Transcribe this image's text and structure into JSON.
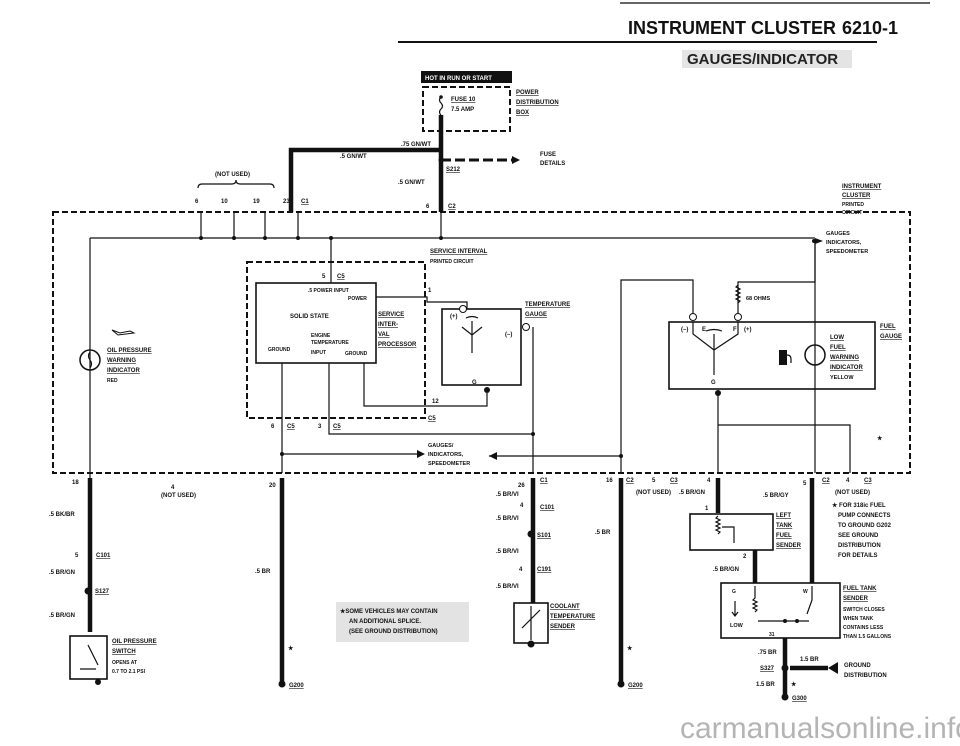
{
  "header": {
    "section_title": "INSTRUMENT CLUSTER",
    "section_number": "6210-1",
    "subtitle": "GAUGES/INDICATOR"
  },
  "power": {
    "hot_label": "HOT IN RUN OR START",
    "fuse_name": "FUSE 10",
    "fuse_rating": "7.5 AMP",
    "pdb_line1": "POWER",
    "pdb_line2": "DISTRIBUTION",
    "pdb_line3": "BOX",
    "wire_main": ".75 GN/WT",
    "wire_left": ".5 GN/WT",
    "wire_down": ".5 GN/WT",
    "splice": "S212",
    "fuse_details_1": "FUSE",
    "fuse_details_2": "DETAILS"
  },
  "top_connectors": {
    "not_used": "(NOT USED)",
    "pins": [
      "6",
      "10",
      "19",
      "23"
    ],
    "c1": "C1",
    "c2_pin": "6",
    "c2": "C2"
  },
  "cluster": {
    "title_1": "INSTRUMENT",
    "title_2": "CLUSTER",
    "sub_1": "PRINTED",
    "sub_2": "CIRCUIT",
    "gauges_1": "GAUGES",
    "gauges_2": "INDICATORS,",
    "gauges_3": "SPEEDOMETER"
  },
  "oil_indicator": {
    "line1": "OIL PRESSURE",
    "line2": "WARNING",
    "line3": "INDICATOR",
    "color": "RED"
  },
  "service_interval": {
    "title": "SERVICE INTERVAL",
    "sub": "PRINTED CIRCUIT",
    "pin_top": "5",
    "conn": "C5",
    "power_input": ".5 POWER INPUT",
    "power": "POWER",
    "solid_state": "SOLID STATE",
    "engine": "ENGINE",
    "temperature": "TEMPERATURE",
    "input": "INPUT",
    "ground_left": "GROUND",
    "ground_right": "GROUND",
    "proc_1": "SERVICE",
    "proc_2": "INTER-",
    "proc_3": "VAL",
    "proc_4": "PROCESSOR",
    "pin_1": "1",
    "pin_12": "12",
    "pin_6": "6",
    "pin_3": "3"
  },
  "temp_gauge": {
    "line1": "TEMPERATURE",
    "line2": "GAUGE",
    "plus": "(+)",
    "minus": "(–)",
    "g": "G"
  },
  "fuel_gauge": {
    "line1": "FUEL",
    "line2": "GAUGE",
    "resistor": "68 OHMS",
    "minus": "(–)",
    "e": "E",
    "f": "F",
    "plus": "(+)",
    "g": "G"
  },
  "low_fuel": {
    "line1": "LOW",
    "line2": "FUEL",
    "line3": "WARNING",
    "line4": "INDICATOR",
    "color": "YELLOW"
  },
  "gauges_mid": {
    "line1": "GAUGES/",
    "line2": "INDICATORS,",
    "line3": "SPEEDOMETER"
  },
  "bottom_pins": {
    "p18": "18",
    "p4": "4",
    "p4_note": "(NOT USED)",
    "p20": "20",
    "p26": "26",
    "c1": "C1",
    "p16": "16",
    "c2": "C2",
    "p5": "5",
    "c3": "C3",
    "c3_note": "(NOT USED)",
    "p4b": "4",
    "p5b": "5",
    "c2b": "C2",
    "p4c": "4",
    "c3b": "C3",
    "c3b_note": "(NOT USED)"
  },
  "oil_circuit": {
    "wire1": ".5 BK/BR",
    "pin": "5",
    "conn": "C101",
    "wire2": ".5 BR/GN",
    "splice": "S127",
    "wire3": ".5 BR/GN",
    "switch_1": "OIL PRESSURE",
    "switch_2": "SWITCH",
    "note_1": "OPENS AT",
    "note_2": "0.7 TO 2.1 PSI"
  },
  "ground_20": {
    "wire": ".5 BR",
    "star": "★",
    "ground": "G200"
  },
  "note_box": {
    "line1": "★SOME VEHICLES MAY CONTAIN",
    "line2": "AN ADDITIONAL SPLICE.",
    "line3": "(SEE GROUND DISTRIBUTION)"
  },
  "coolant_circuit": {
    "wire1": ".5 BR/VI",
    "pin1": "4",
    "conn1": "C101",
    "wire2": ".5 BR/VI",
    "splice": "S101",
    "wire3": ".5 BR/VI",
    "pin2": "4",
    "conn2": "C191",
    "wire4": ".5 BR/VI",
    "sender_1": "COOLANT",
    "sender_2": "TEMPERATURE",
    "sender_3": "SENDER"
  },
  "ground_16": {
    "wire": ".5 BR",
    "star": "★",
    "ground": "G200"
  },
  "fuel_circuit": {
    "wire1": ".5 BR/GN",
    "pin1": "1",
    "left_1": "LEFT",
    "left_2": "TANK",
    "left_3": "FUEL",
    "left_4": "SENDER",
    "pin2": "2",
    "wire2": ".5 BR/GN",
    "wire_gy": ".5 BR/GY",
    "tank_1": "FUEL TANK",
    "tank_2": "SENDER",
    "g": "G",
    "w": "W",
    "low": "LOW",
    "pin31": "31",
    "switch_1": "SWITCH CLOSES",
    "switch_2": "WHEN TANK",
    "switch_3": "CONTAINS LESS",
    "switch_4": "THAN 1.5 GALLONS",
    "wire3": ".75 BR",
    "splice": "S327",
    "wire4": "1.5 BR",
    "wire5": "1.5 BR",
    "star": "★",
    "gd_1": "GROUND",
    "gd_2": "DISTRIBUTION",
    "ground": "G300"
  },
  "fuel_note": {
    "line1": "★ FOR 318ic FUEL",
    "line2": "PUMP CONNECTS",
    "line3": "TO GROUND G202",
    "line4": "SEE GROUND",
    "line5": "DISTRIBUTION",
    "line6": "FOR DETAILS"
  },
  "watermark": "carmanualsonline.info"
}
